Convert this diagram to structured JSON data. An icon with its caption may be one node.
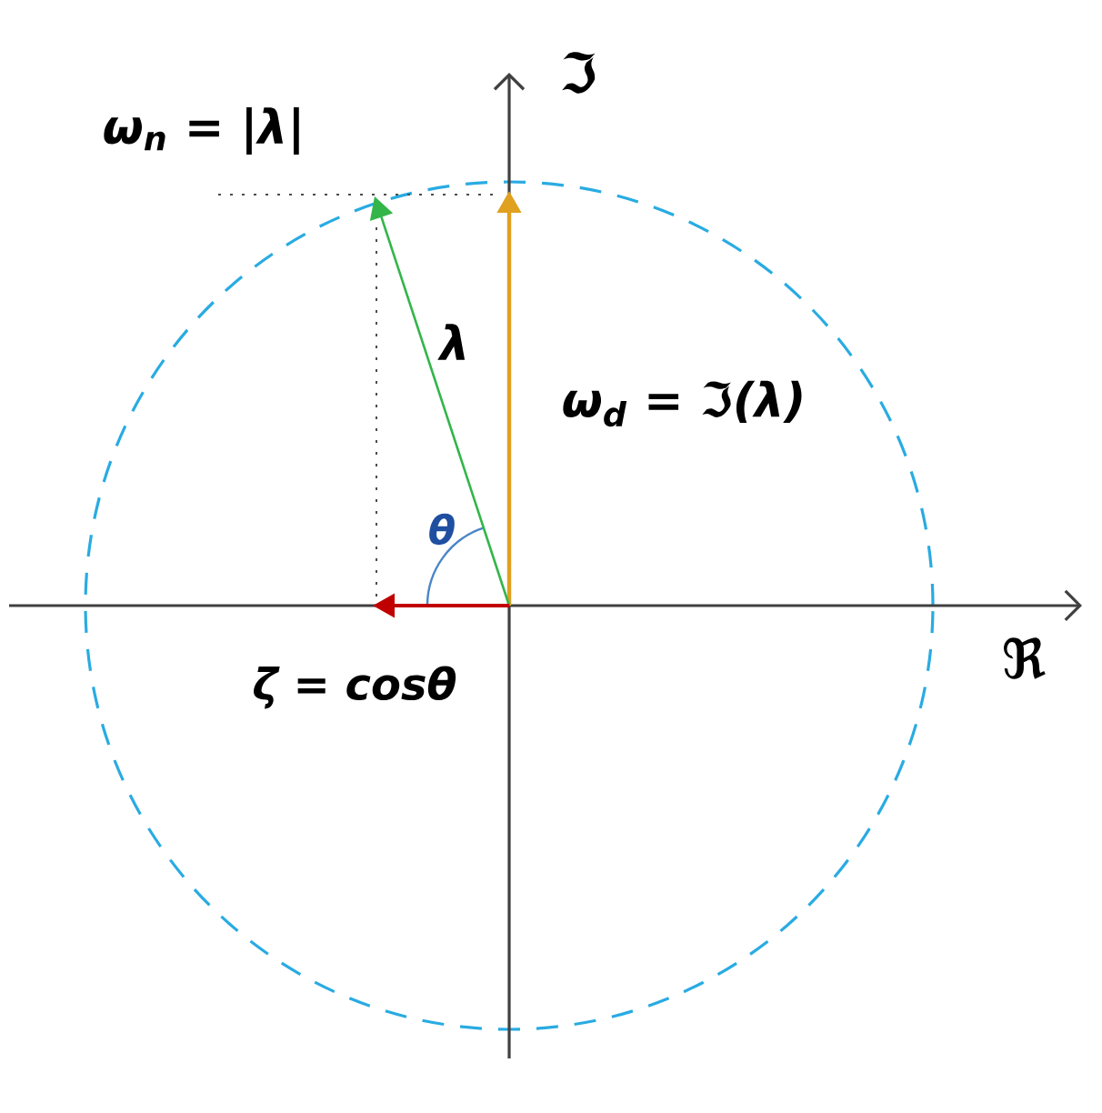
{
  "diagram": {
    "labels": [
      "ℑ",
      "ω$_{n}$ = |λ|",
      "λ",
      "ω$_{d}$ = ℑ(λ)",
      "θ",
      "ζ = cosθ",
      "ℜ"
    ]
  }
}
